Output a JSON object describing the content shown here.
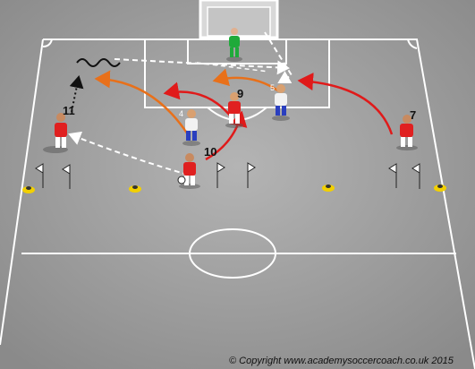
{
  "diagram": {
    "labels": {
      "red_11": "11",
      "red_9": "9",
      "red_10": "10",
      "red_7": "7",
      "white_5": "5",
      "white_4": "4"
    },
    "copyright": "© Copyright www.academysoccercoach.co.uk 2015"
  },
  "colors": {
    "pitch": "#9e9e9e",
    "lines": "#ffffff",
    "red_team": "#e02020",
    "white_team": "#f2f2f2",
    "goalkeeper": "#1faa3a",
    "pass_arrow": "#ffffff",
    "run_arrow_red": "#e01a1a",
    "run_arrow_orange": "#e8701a",
    "cones": "#f2d000"
  },
  "icons": {
    "cone": "cone-icon",
    "flag": "flag-icon",
    "player": "player-icon",
    "ball": "ball-icon"
  }
}
